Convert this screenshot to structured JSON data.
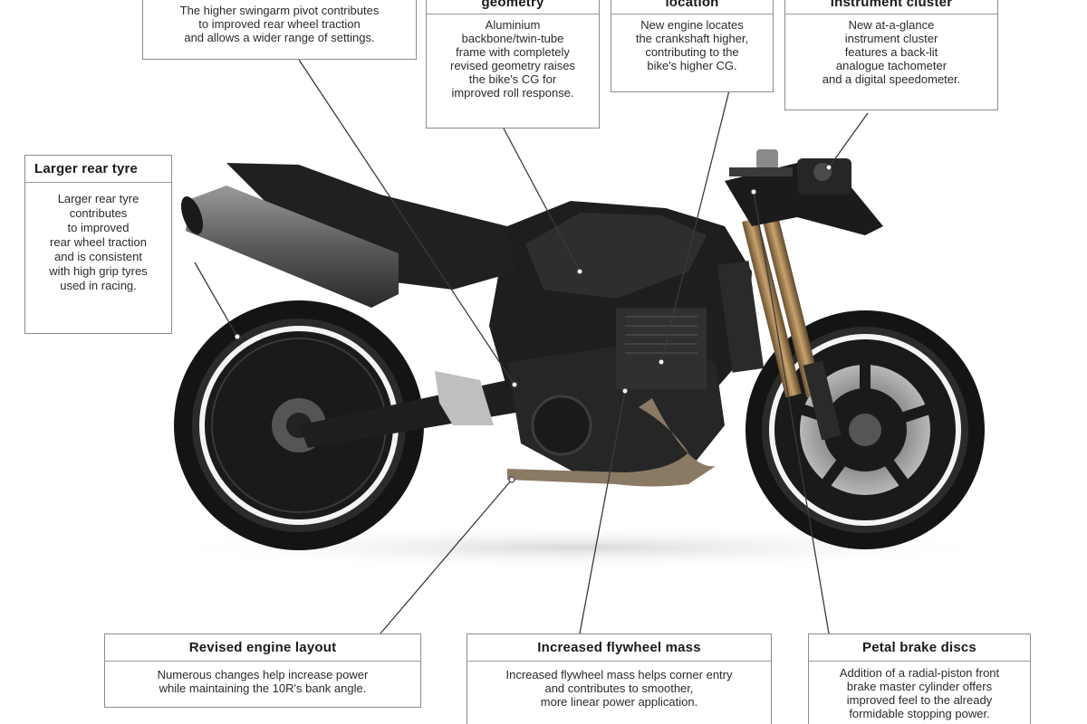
{
  "callouts": {
    "swingarm": {
      "title": "",
      "lines": [
        "The higher swingarm pivot contributes",
        "to improved rear wheel traction",
        "and allows a wider range of settings."
      ]
    },
    "geometry": {
      "title": "geometry",
      "lines": [
        "Aluminium",
        "backbone/twin-tube",
        "frame with completely",
        "revised geometry raises",
        "the bike's CG for",
        "improved roll response."
      ]
    },
    "location": {
      "title": "location",
      "lines": [
        "New engine locates",
        "the crankshaft higher,",
        "contributing to the",
        "bike's higher CG."
      ]
    },
    "instrument": {
      "title": "instrument cluster",
      "lines": [
        "New at-a-glance",
        "instrument cluster",
        "features a back-lit",
        "analogue tachometer",
        "and a digital speedometer."
      ]
    },
    "rear_tyre": {
      "title": "Larger rear tyre",
      "lines": [
        "Larger rear tyre",
        "contributes",
        "to improved",
        "rear wheel traction",
        "and is consistent",
        "with high grip tyres",
        "used in racing."
      ]
    },
    "engine_layout": {
      "title": "Revised engine layout",
      "lines": [
        "Numerous changes help increase power",
        "while maintaining the 10R's bank angle."
      ]
    },
    "flywheel": {
      "title": "Increased flywheel mass",
      "lines": [
        "Increased flywheel mass helps corner entry",
        "and contributes to smoother,",
        "more linear power application."
      ]
    },
    "brakes": {
      "title": "Petal brake discs",
      "lines": [
        "Addition of a radial-piston front",
        "brake master cylinder offers",
        "improved feel to the already",
        "formidable stopping power."
      ]
    }
  },
  "colors": {
    "bike_body": "#1c1c1c",
    "fork": "#a8865a",
    "exhaust": "#6e6e6e",
    "leader": "#3a3a3a"
  }
}
